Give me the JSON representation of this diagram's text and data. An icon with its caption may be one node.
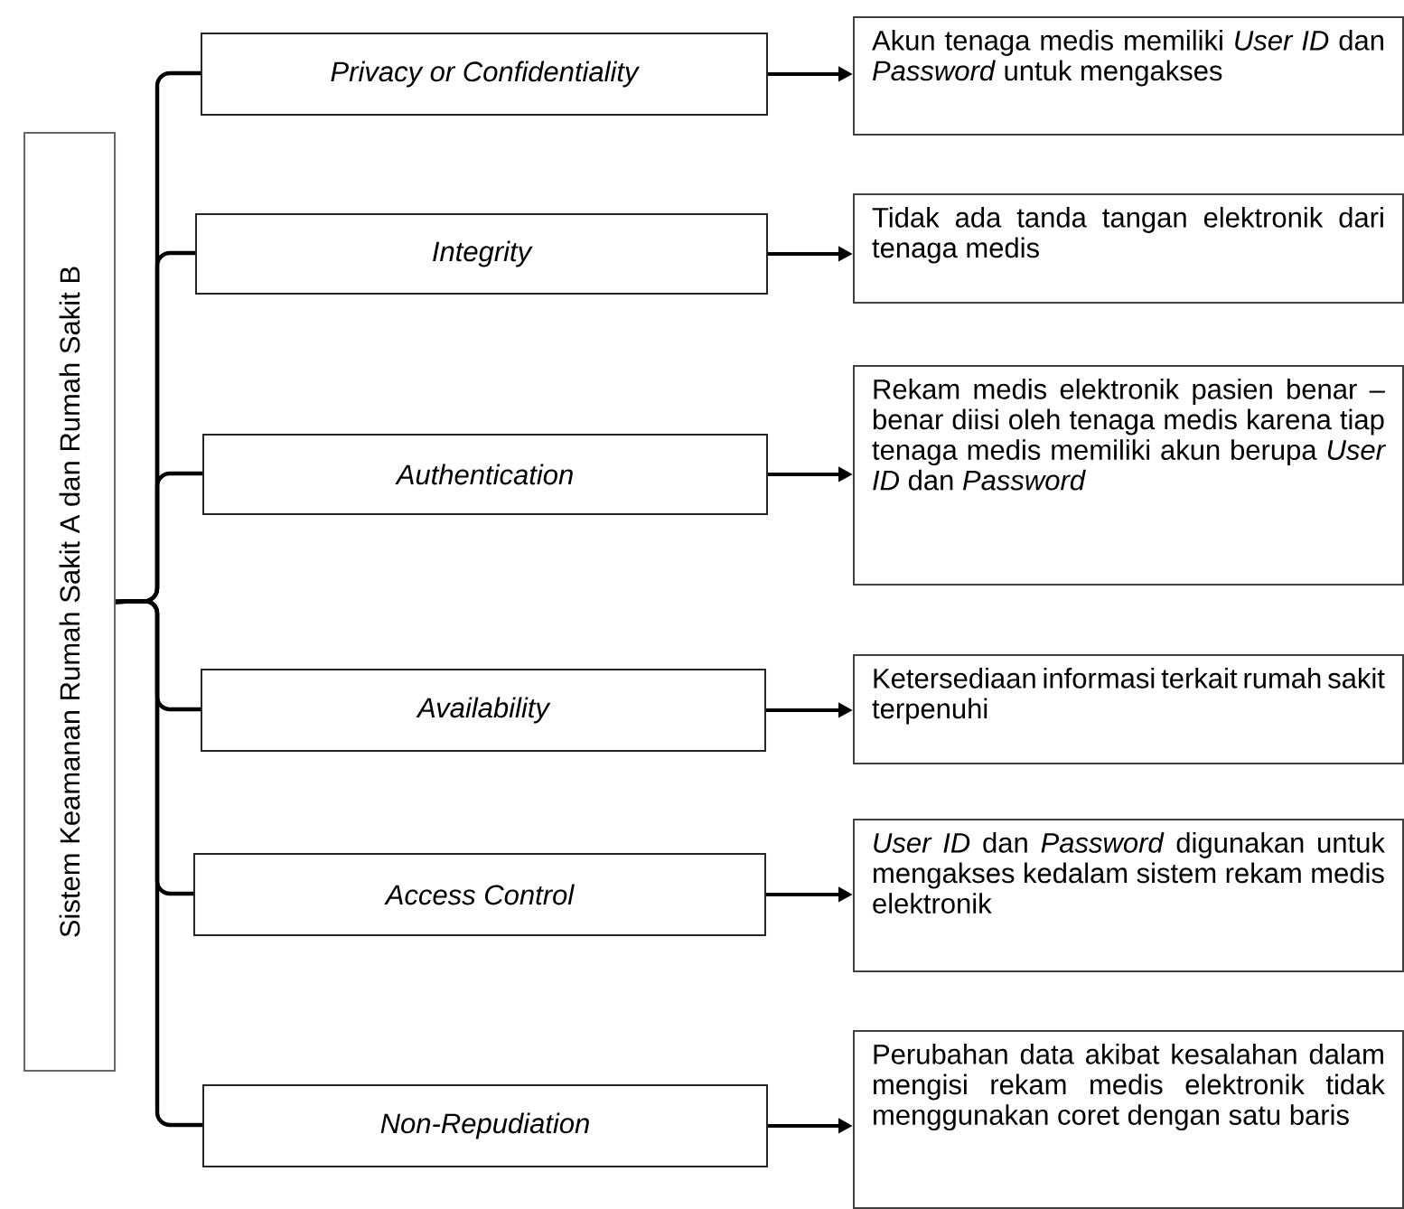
{
  "diagram": {
    "nodes": [
      {
        "text": [
          "Sistem Keamanan Rumah Sakit A dan Rumah Sakit B"
        ]
      },
      {
        "text": [
          "Privacy or Confidentiality"
        ]
      },
      {
        "text": [
          "Integrity"
        ]
      },
      {
        "text": [
          "Authentication"
        ]
      },
      {
        "text": [
          "Availability"
        ]
      },
      {
        "text": [
          "Access Control"
        ]
      },
      {
        "text": [
          "Non-Repudiation"
        ]
      },
      {
        "text": [
          "Akun tenaga medis memiliki *User ID* dan *Password* untuk mengakses"
        ]
      },
      {
        "text": [
          "Tidak ada tanda tangan elektronik dari tenaga medis"
        ]
      },
      {
        "text": [
          "Rekam medis elektronik pasien benar – benar diisi oleh tenaga medis karena tiap tenaga medis memiliki akun berupa *User ID* dan *Password*"
        ]
      },
      {
        "text": [
          "Ketersediaan informasi terkait rumah sakit terpenuhi"
        ]
      },
      {
        "text": [
          "*User ID* dan *Password* digunakan untuk mengakses kedalam sistem rekam medis elektronik"
        ]
      },
      {
        "text": [
          "Perubahan data akibat kesalahan dalam mengisi rekam medis elektronik tidak menggunakan coret dengan satu baris"
        ]
      }
    ],
    "edges": [
      {
        "from": 0,
        "to": 1,
        "arrow": "none"
      },
      {
        "from": 0,
        "to": 2,
        "arrow": "none"
      },
      {
        "from": 0,
        "to": 3,
        "arrow": "none"
      },
      {
        "from": 0,
        "to": 4,
        "arrow": "none"
      },
      {
        "from": 0,
        "to": 5,
        "arrow": "none"
      },
      {
        "from": 0,
        "to": 6,
        "arrow": "none"
      },
      {
        "from": 1,
        "to": 7,
        "arrow": "to"
      },
      {
        "from": 2,
        "to": 8,
        "arrow": "to"
      },
      {
        "from": 3,
        "to": 9,
        "arrow": "to"
      },
      {
        "from": 4,
        "to": 10,
        "arrow": "to"
      },
      {
        "from": 5,
        "to": 11,
        "arrow": "to"
      },
      {
        "from": 6,
        "to": 12,
        "arrow": "to"
      }
    ]
  }
}
